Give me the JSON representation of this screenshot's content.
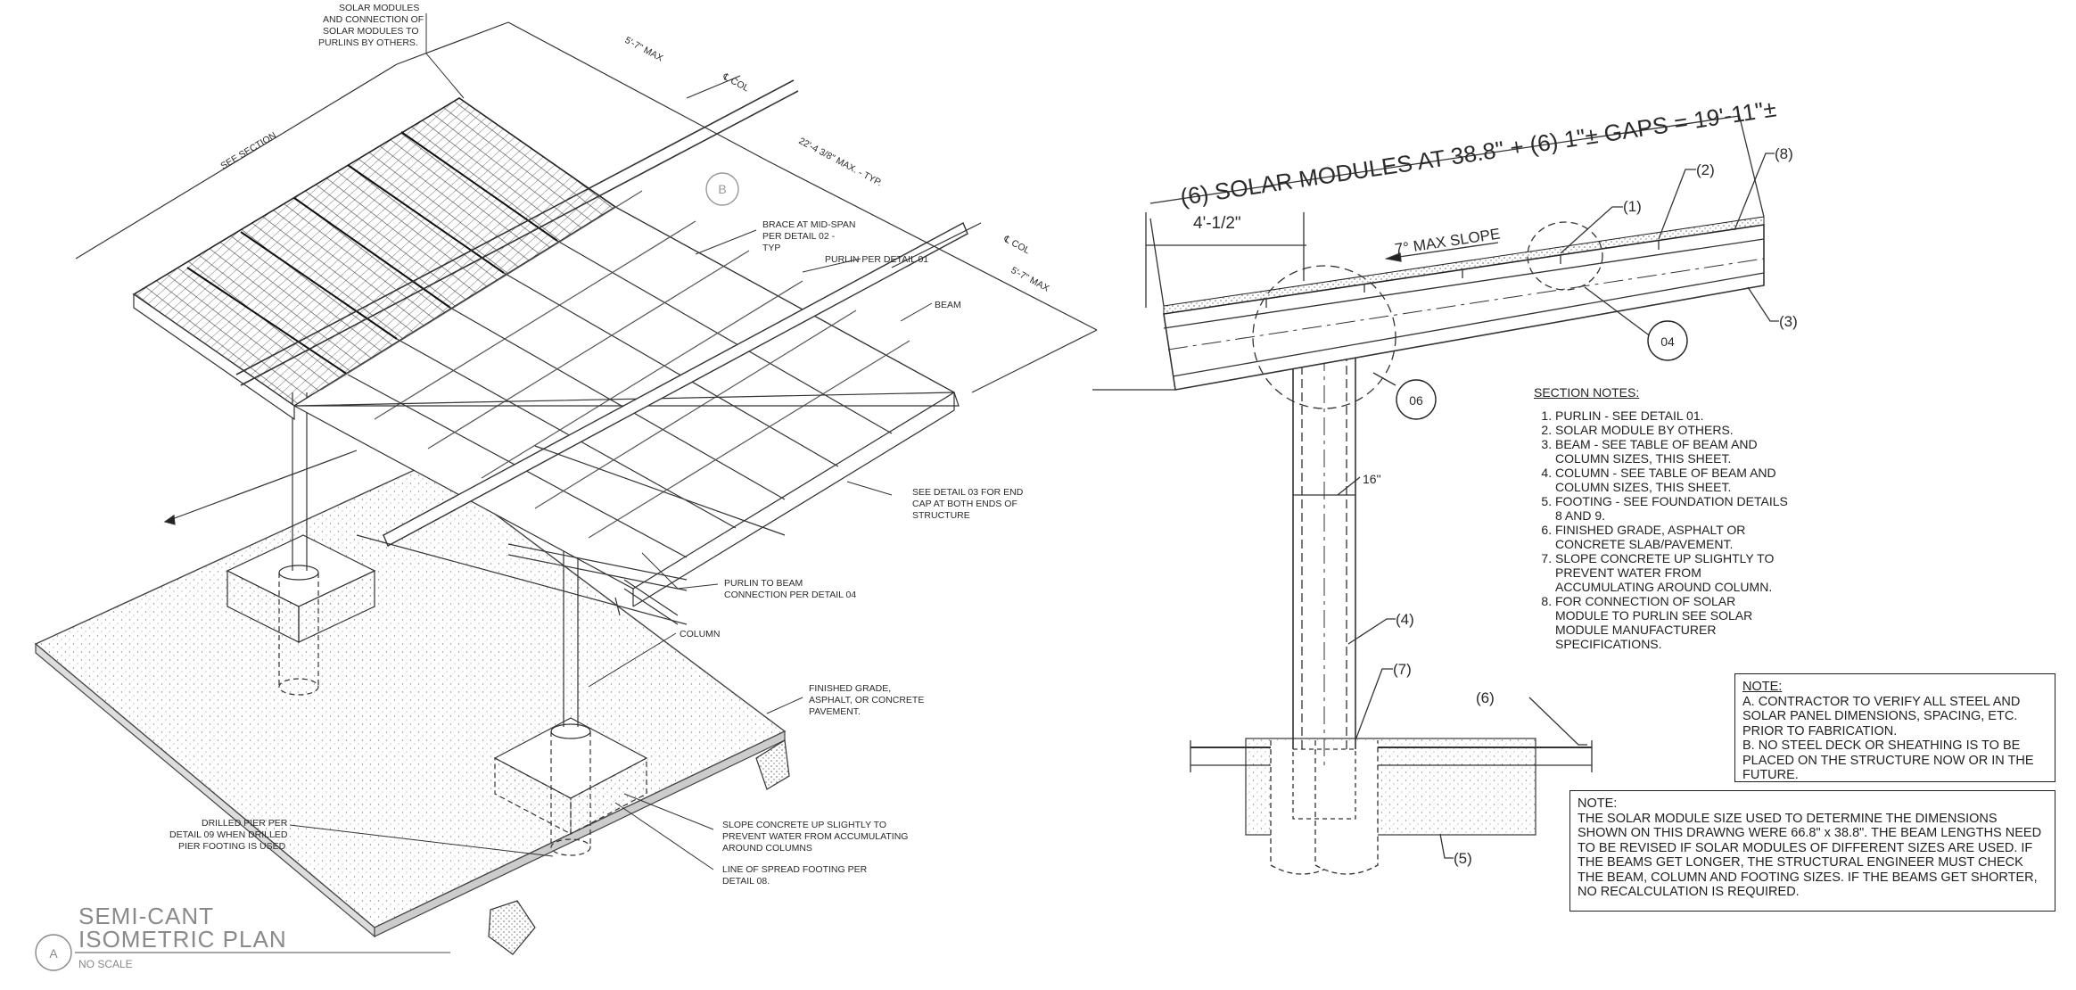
{
  "plan": {
    "callouts": {
      "solar_modules": [
        "SOLAR MODULES",
        "AND CONNECTION OF",
        "SOLAR MODULES TO",
        "PURLINS BY OTHERS."
      ],
      "see_section": "SEE SECTION",
      "dim_top": "5'-7\" MAX",
      "col_top": "℄ COL",
      "span": "22'-4 3/8\" MAX. - TYP.",
      "col_right": "℄ COL",
      "dim_right": "5'-7\" MAX",
      "brace": [
        "BRACE AT MID-SPAN",
        "PER DETAIL 02 -",
        "TYP"
      ],
      "purlin": "PURLIN PER DETAIL 01",
      "beam": "BEAM",
      "end_cap": [
        "SEE DETAIL 03 FOR END",
        "CAP AT BOTH ENDS OF",
        "STRUCTURE"
      ],
      "purlin_conn": [
        "PURLIN TO BEAM",
        "CONNECTION PER DETAIL 04"
      ],
      "column": "COLUMN",
      "grade": [
        "FINISHED GRADE,",
        "ASPHALT, OR CONCRETE",
        "PAVEMENT."
      ],
      "slope": [
        "SLOPE CONCRETE UP SLIGHTLY TO",
        "PREVENT WATER FROM ACCUMULATING",
        "AROUND COLUMNS"
      ],
      "spread": [
        "LINE OF SPREAD FOOTING PER",
        "DETAIL 08."
      ],
      "pier": [
        "DRILLED PIER PER",
        "DETAIL 09 WHEN DRILLED",
        "PIER FOOTING IS USED"
      ],
      "bubble_b": "B"
    },
    "title": {
      "bubble": "A",
      "line1": "SEMI-CANT",
      "line2": "ISOMETRIC PLAN",
      "scale": "NO SCALE"
    }
  },
  "section": {
    "top_dim": "(6) SOLAR MODULES AT 38.8\" + (6) 1\"± GAPS = 19'-11\"±",
    "left_dim": "4'-1/2\"",
    "slope": "7° MAX SLOPE",
    "col_width": "16\"",
    "bubble_04": "04",
    "bubble_06": "06",
    "tags": {
      "t1": "(1)",
      "t2": "(2)",
      "t3": "(3)",
      "t4": "(4)",
      "t5": "(5)",
      "t6": "(6)",
      "t7": "(7)",
      "t8": "(8)"
    }
  },
  "section_notes": {
    "heading": "SECTION NOTES:",
    "items": [
      "PURLIN - SEE DETAIL 01.",
      "SOLAR MODULE BY OTHERS.",
      "BEAM - SEE TABLE OF BEAM AND COLUMN SIZES, THIS SHEET.",
      "COLUMN - SEE TABLE OF BEAM AND COLUMN SIZES, THIS SHEET.",
      "FOOTING - SEE FOUNDATION DETAILS 8 AND 9.",
      "FINISHED GRADE, ASPHALT OR CONCRETE SLAB/PAVEMENT.",
      "SLOPE CONCRETE UP SLIGHTLY TO PREVENT WATER FROM ACCUMULATING AROUND COLUMN.",
      "FOR CONNECTION OF SOLAR MODULE TO PURLIN SEE SOLAR MODULE MANUFACTURER SPECIFICATIONS."
    ]
  },
  "note_ab": {
    "heading": "NOTE:",
    "a": "A.   CONTRACTOR TO VERIFY ALL STEEL AND SOLAR PANEL DIMENSIONS, SPACING, ETC. PRIOR TO FABRICATION.",
    "b": "B.   NO STEEL DECK OR SHEATHING IS TO BE PLACED ON THE STRUCTURE NOW OR IN THE FUTURE."
  },
  "note_main": {
    "heading": "NOTE:",
    "body": "THE SOLAR MODULE SIZE USED TO DETERMINE THE DIMENSIONS SHOWN ON THIS DRAWNG WERE 66.8\" x 38.8\". THE BEAM LENGTHS NEED TO BE REVISED IF SOLAR MODULES OF DIFFERENT SIZES ARE USED.  IF THE BEAMS GET LONGER, THE STRUCTURAL ENGINEER MUST CHECK THE BEAM, COLUMN AND FOOTING SIZES.  IF THE BEAMS GET SHORTER, NO RECALCULATION IS REQUIRED."
  },
  "colors": {
    "ink": "#2a2a2a",
    "title_gray": "#8a8a8a",
    "stipple": "#9a9a9a"
  }
}
